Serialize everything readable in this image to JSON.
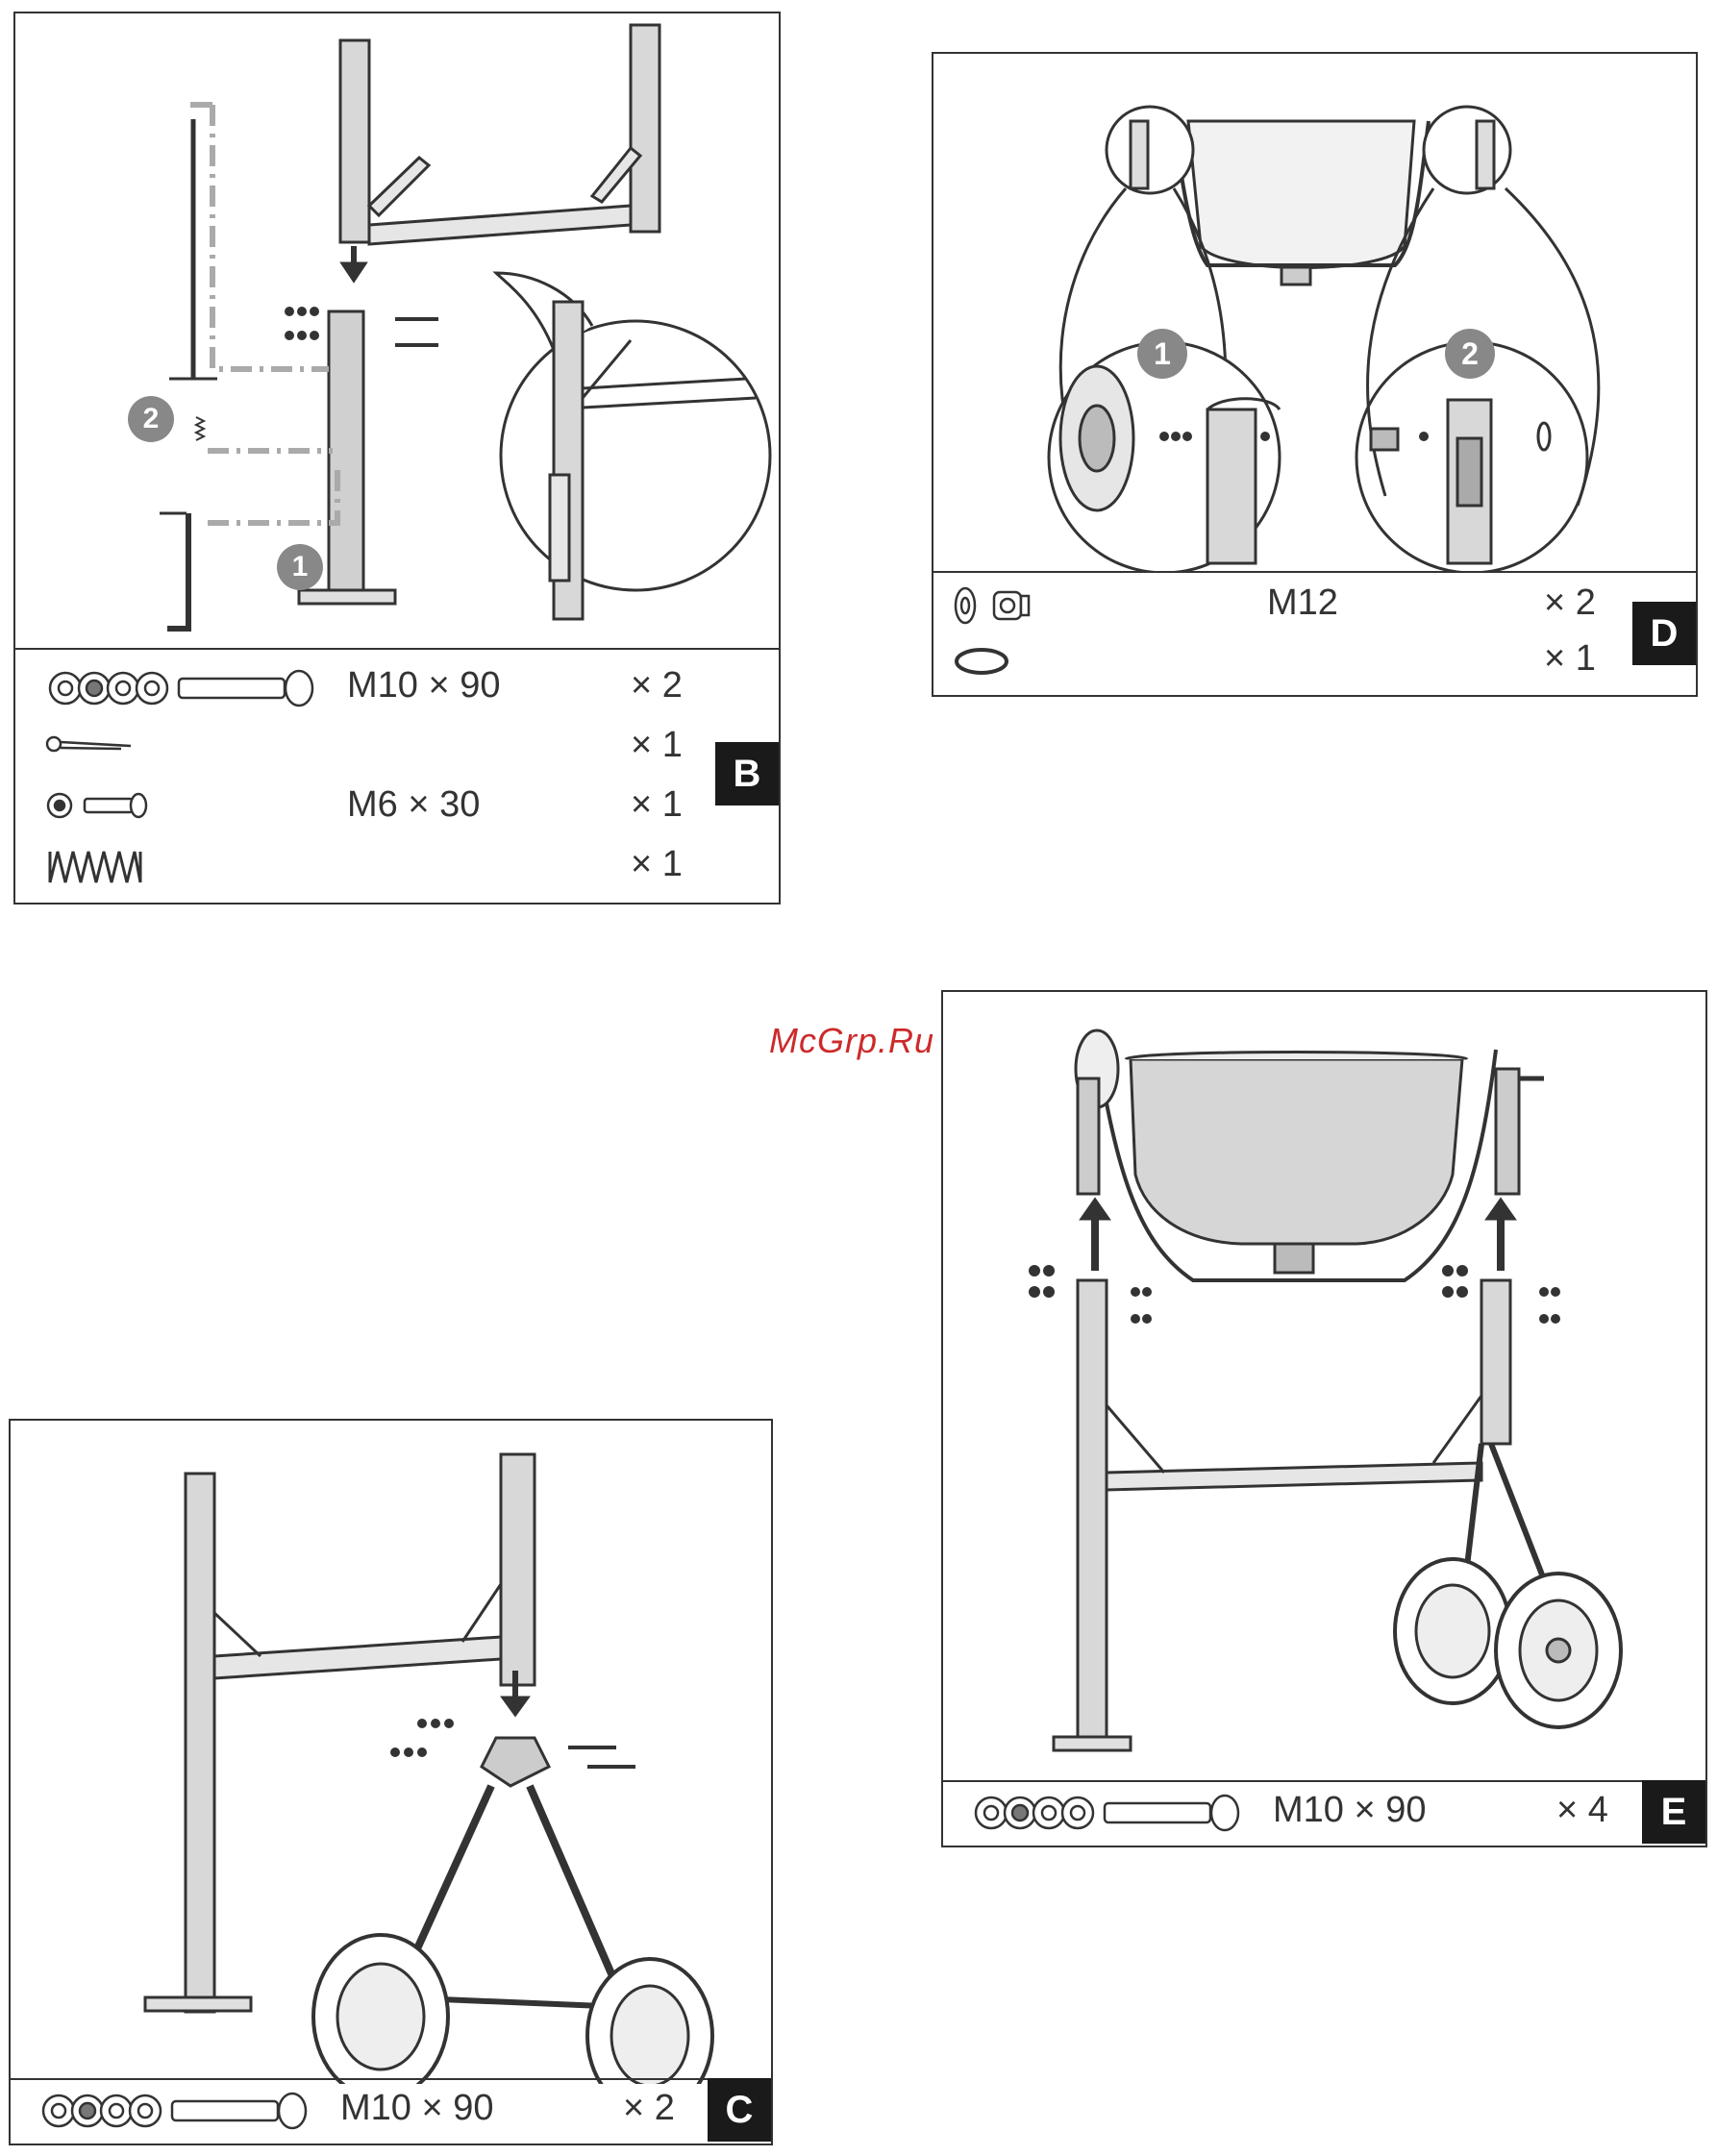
{
  "watermark": "McGrp.Ru",
  "panels": {
    "B": {
      "label": "B",
      "callouts": [
        "1",
        "2"
      ],
      "parts": [
        {
          "spec": "M10 × 90",
          "qty": "× 2",
          "icon": "washer-nut-bolt-set"
        },
        {
          "spec": "",
          "qty": "× 1",
          "icon": "cotter-pin"
        },
        {
          "spec": "M6 × 30",
          "qty": "× 1",
          "icon": "small-bolt-nut"
        },
        {
          "spec": "",
          "qty": "× 1",
          "icon": "spring"
        }
      ]
    },
    "C": {
      "label": "C",
      "parts": [
        {
          "spec": "M10 × 90",
          "qty": "× 2",
          "icon": "washer-nut-bolt-set"
        }
      ]
    },
    "D": {
      "label": "D",
      "callouts": [
        "1",
        "2"
      ],
      "parts": [
        {
          "spec": "M12",
          "qty": "× 2",
          "icon": "washer-nut"
        },
        {
          "spec": "",
          "qty": "× 1",
          "icon": "o-ring"
        }
      ]
    },
    "E": {
      "label": "E",
      "parts": [
        {
          "spec": "M10 × 90",
          "qty": "× 4",
          "icon": "washer-nut-bolt-set"
        }
      ]
    }
  }
}
